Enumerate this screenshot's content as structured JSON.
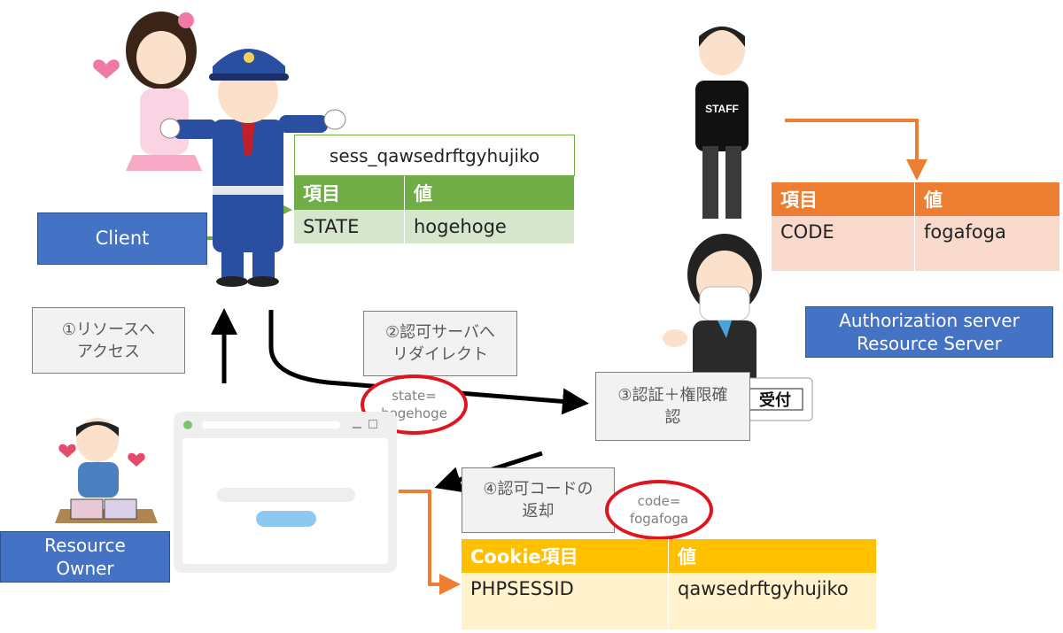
{
  "session": {
    "name": "sess_qawsedrftgyhujiko"
  },
  "state_table": {
    "header": [
      "項目",
      "値"
    ],
    "row": [
      "STATE",
      "hogehoge"
    ]
  },
  "code_table": {
    "header": [
      "項目",
      "値"
    ],
    "row": [
      "CODE",
      "fogafoga"
    ]
  },
  "cookie_table": {
    "header": [
      "Cookie項目",
      "値"
    ],
    "row": [
      "PHPSESSID",
      "qawsedrftgyhujiko"
    ]
  },
  "labels": {
    "client": "Client",
    "auth_server": "Authorization server\nResource Server",
    "resource_owner": "Resource\nOwner",
    "reception_sign": "受付",
    "staff_shirt": "STAFF"
  },
  "steps": {
    "step1": "①リソースへ\nアクセス",
    "step2": "②認可サーバへ\nリダイレクト",
    "step3": "③認証＋権限確\n認",
    "step4": "④認可コードの\n返却"
  },
  "notes": {
    "state": "state=\nhogehoge",
    "code": "code=\nfogafoga"
  },
  "colors": {
    "client_blue": "#4472c4",
    "green": "#70ad47",
    "orange": "#ed7d31",
    "amber": "#ffc000",
    "oval_red": "#e0141e"
  }
}
